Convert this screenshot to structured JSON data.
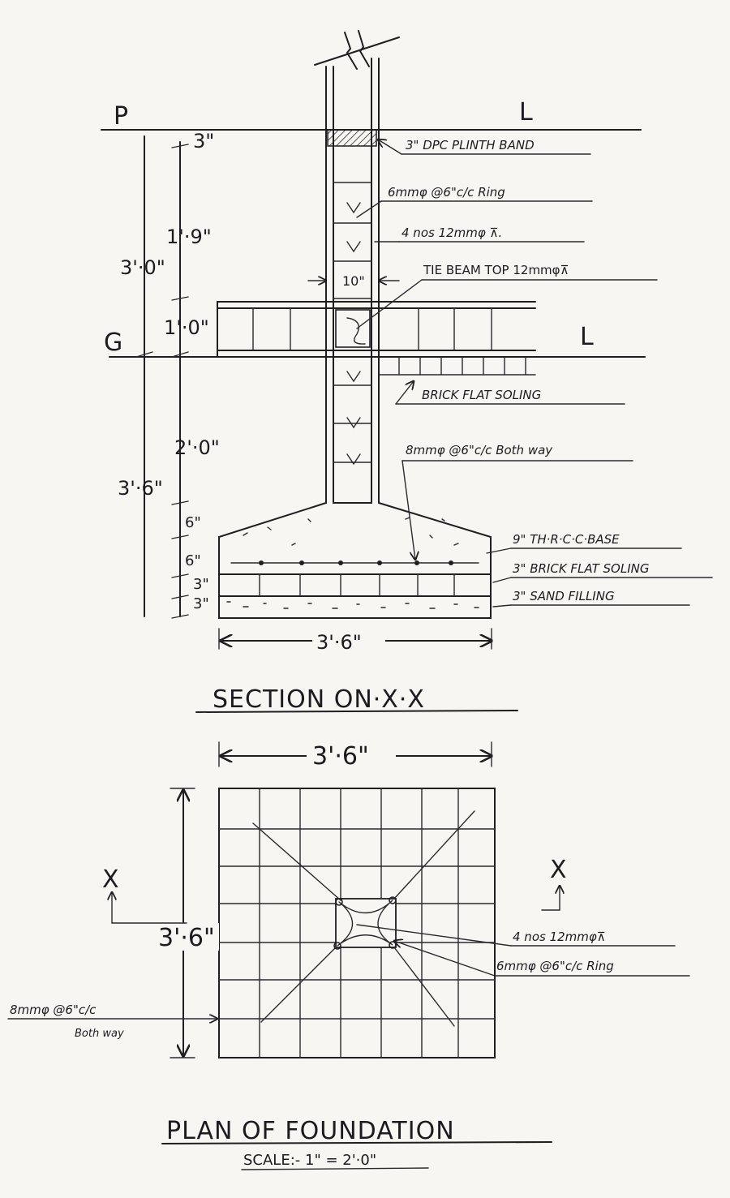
{
  "section": {
    "title": "SECTION ON·X·X",
    "level_p": "P",
    "level_l": "L",
    "level_g": "G",
    "dims": {
      "d3in_top": "3\"",
      "d1_9": "1'·9\"",
      "d3_0": "3'·0\"",
      "d1_0": "1'·0\"",
      "d2_0": "2'·0\"",
      "d3_6_left": "3'·6\"",
      "d6a": "6\"",
      "d6b": "6\"",
      "d3a": "3\"",
      "d3b": "3\"",
      "d10": "10\"",
      "d3_6_base": "3'·6\""
    },
    "labels": {
      "dpc": "3\" DPC PLINTH BAND",
      "ring": "6mmφ @6\"c/c Ring",
      "bars": "4 nos 12mmφ ⊼.",
      "tie_beam": "TIE BEAM TOP 12mmφ⊼",
      "brick_flat_soling": "BRICK FLAT SOLING",
      "mesh": "8mmφ @6\"c/c Both way",
      "rcc_base": "9\" TH·R·C·C·BASE",
      "brick_soling_3": "3\" BRICK FLAT SOLING",
      "sand": "3\" SAND FILLING"
    }
  },
  "plan": {
    "title": "PLAN OF FOUNDATION",
    "scale": "SCALE:- 1\" = 2'·0\"",
    "dim_top": "3'·6\"",
    "dim_left": "3'·6\"",
    "x_left": "X",
    "x_right": "X",
    "labels": {
      "bars": "4 nos 12mmφ⊼",
      "ring": "6mmφ @6\"c/c Ring",
      "mesh_line1": "8mmφ @6\"c/c",
      "mesh_line2": "Both way"
    }
  }
}
